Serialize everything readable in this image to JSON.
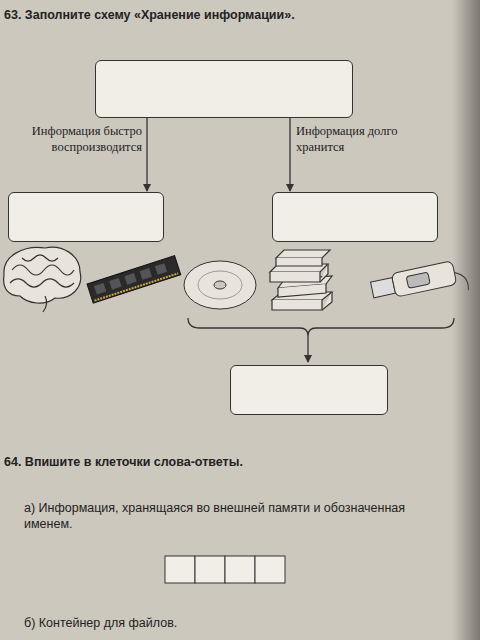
{
  "diagram": {
    "title": "63. Заполните схему «Хранение информации».",
    "nodes": [
      {
        "text": []
      },
      {
        "text": []
      },
      {
        "text": []
      },
      {
        "text": []
      }
    ],
    "edges": [
      {
        "from": 0,
        "to": 1,
        "arrow": "to",
        "label": "Информация быстро воспроизводится"
      },
      {
        "from": 0,
        "to": 2,
        "arrow": "to",
        "label": "Информация долго хранится"
      }
    ],
    "labels": [
      "64. Впишите в клеточки слова-ответы.",
      "а) Информация, хранящаяся во внешней памяти и обозначенная именем.",
      "б) Контейнер для файлов."
    ]
  }
}
